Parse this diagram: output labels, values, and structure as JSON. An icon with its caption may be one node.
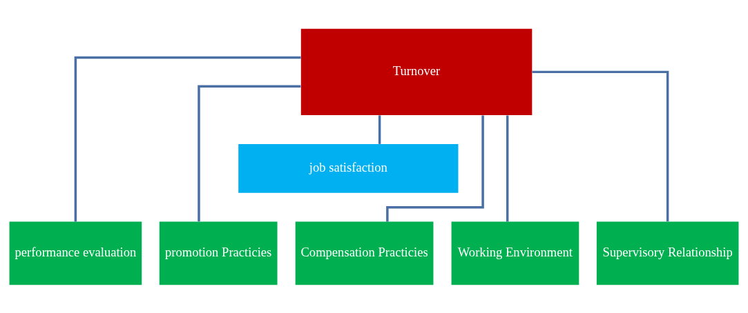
{
  "diagram": {
    "nodes": [
      {
        "text": [
          "Turnover"
        ]
      },
      {
        "text": [
          "job satisfaction"
        ]
      },
      {
        "text": [
          "performance evaluation"
        ]
      },
      {
        "text": [
          "promotion Practicies"
        ]
      },
      {
        "text": [
          "Compensation Practicies"
        ]
      },
      {
        "text": [
          "Working Environment"
        ]
      },
      {
        "text": [
          "Supervisory Relationship"
        ]
      }
    ],
    "edges": [
      {
        "from": 0,
        "to": 1,
        "arrow": "none"
      },
      {
        "from": 0,
        "to": 2,
        "arrow": "none"
      },
      {
        "from": 0,
        "to": 3,
        "arrow": "none"
      },
      {
        "from": 0,
        "to": 4,
        "arrow": "none"
      },
      {
        "from": 0,
        "to": 5,
        "arrow": "none"
      },
      {
        "from": 0,
        "to": 6,
        "arrow": "none"
      }
    ]
  }
}
